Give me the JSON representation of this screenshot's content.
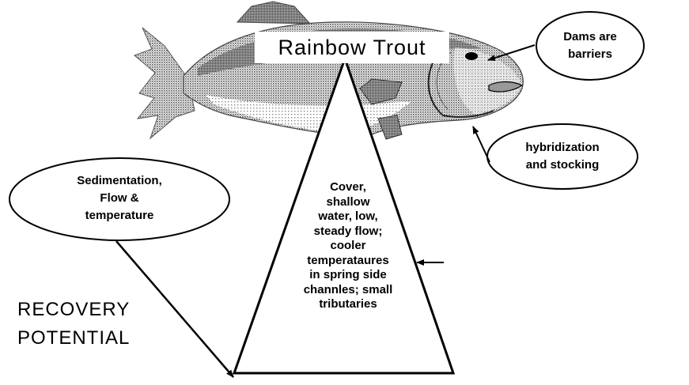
{
  "diagram": {
    "title": "Rainbow Trout",
    "dams": [
      "Dams are",
      "barriers"
    ],
    "hybrid": [
      "hybridization",
      "and stocking"
    ],
    "sediment": [
      "Sedimentation,",
      "Flow &",
      "temperature"
    ],
    "habitat": [
      "Cover,",
      "shallow",
      "water, low,",
      "steady flow;",
      "cooler",
      "temperataures",
      "in spring side",
      "channles; small",
      "tributaries"
    ],
    "recovery": [
      "RECOVERY",
      "POTENTIAL"
    ]
  },
  "colors": {
    "ink": "#000000",
    "paper": "#ffffff",
    "stipple": "#6a6a6a"
  }
}
